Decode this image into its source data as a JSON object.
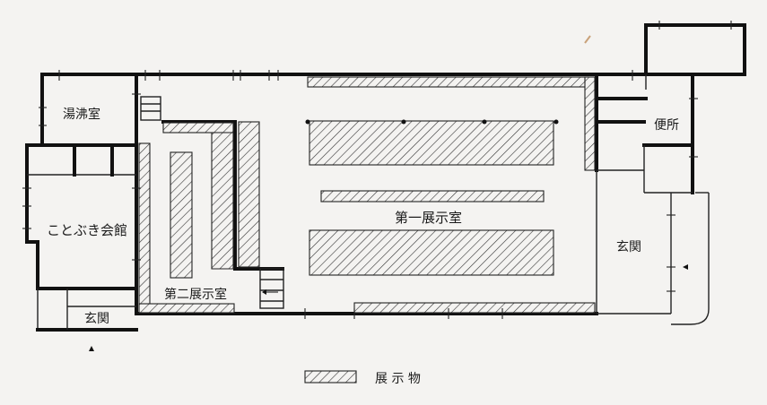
{
  "rooms": {
    "yuwakashi": "湯沸室",
    "kotobuki": "ことぶき会館",
    "genkan_left": "玄関",
    "dai2": "第二展示室",
    "dai1": "第一展示室",
    "benjo": "便所",
    "genkan_right": "玄関"
  },
  "legend": {
    "label": "展 示 物"
  }
}
